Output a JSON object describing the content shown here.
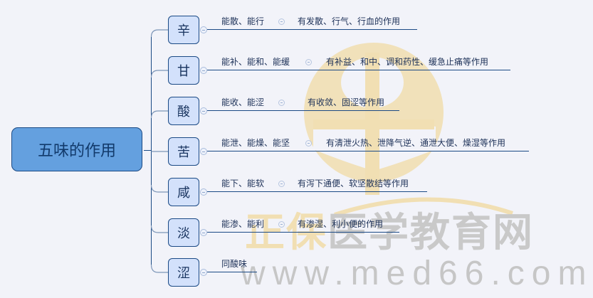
{
  "root": {
    "label": "五味的作用"
  },
  "branches": [
    {
      "taste": "辛",
      "action": "能散、能行",
      "effect": "有发散、行气、行血的作用"
    },
    {
      "taste": "甘",
      "action": "能补、能和、能缓",
      "effect": "有补益、和中、调和药性、缓急止痛等作用"
    },
    {
      "taste": "酸",
      "action": "能收、能涩",
      "effect": "有收敛、固涩等作用"
    },
    {
      "taste": "苦",
      "action": "能泄、能燥、能坚",
      "effect": "有清泄火热、泄降气逆、通泄大便、燥湿等作用"
    },
    {
      "taste": "咸",
      "action": "能下、能软",
      "effect": "有泻下通便、软坚散结等作用"
    },
    {
      "taste": "淡",
      "action": "能渗、能利",
      "effect": "有渗湿、利小便的作用"
    },
    {
      "taste": "涩",
      "action": "同酸味",
      "effect": ""
    }
  ],
  "watermark": {
    "brand_gold": "正保",
    "brand_gray": "医学教育网",
    "url": "www.med66.com"
  },
  "colors": {
    "background": "#f2f3f9",
    "root_fill": "#64a0df",
    "child_fill": "#d3e1fb",
    "line": "#1b4a85",
    "watermark_gold": "#f1dfb3",
    "watermark_gray": "#c9c9c9"
  }
}
